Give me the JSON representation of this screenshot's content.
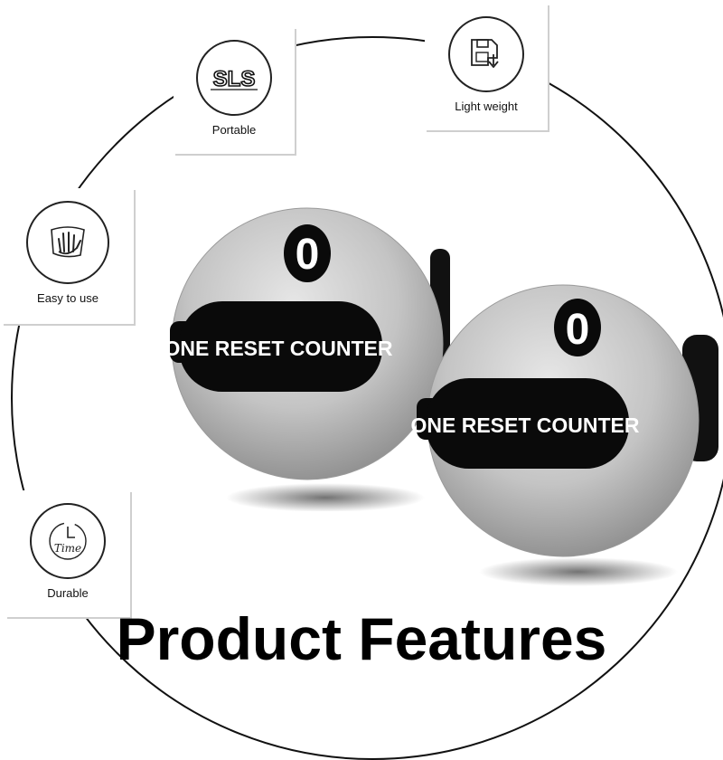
{
  "features": [
    {
      "label": "Portable",
      "icon": "portable-logo-icon"
    },
    {
      "label": "Light weight",
      "icon": "floppy-disk-download-icon"
    },
    {
      "label": "Easy to use",
      "icon": "hand-wipe-icon"
    },
    {
      "label": "Durable",
      "icon": "clock-time-icon"
    }
  ],
  "icon_texts": {
    "portable_mark": "SLS",
    "time_word": "Time"
  },
  "counters": [
    {
      "digit": "0",
      "band_text": "ONE RESET COUNTER"
    },
    {
      "digit": "0",
      "band_text": "ONE RESET COUNTER"
    }
  ],
  "title": "Product Features",
  "colors": {
    "body_silver": "#c8c8c8",
    "band_black": "#0a0a0a",
    "text_white": "#ffffff"
  }
}
